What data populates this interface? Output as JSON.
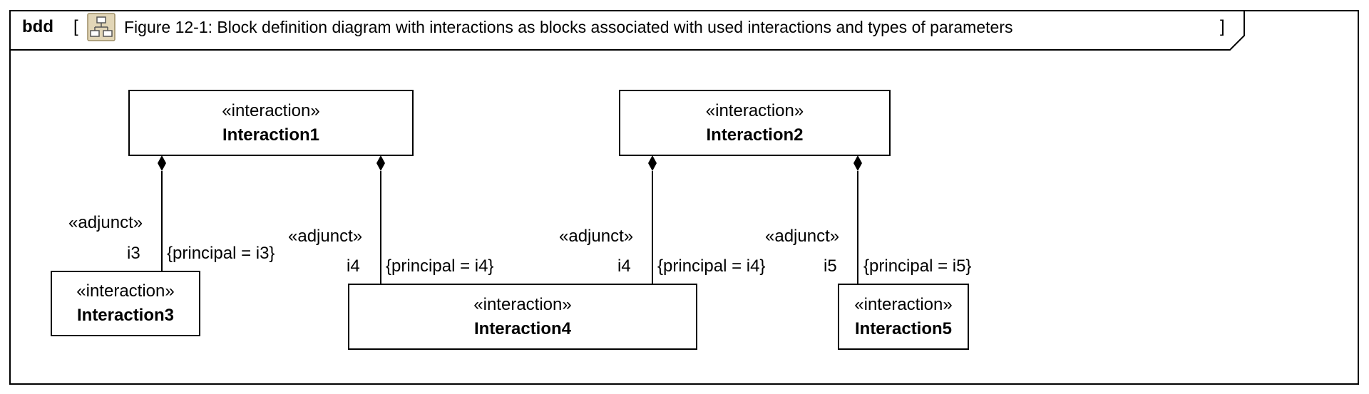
{
  "frame": {
    "kind": "bdd",
    "open_bracket": "[",
    "close_bracket": "]",
    "title": "Figure 12-1: Block definition diagram with interactions as blocks associated with used interactions and types of parameters",
    "icon": "block-diagram-icon"
  },
  "blocks": {
    "interaction1": {
      "stereotype": "«interaction»",
      "name": "Interaction1"
    },
    "interaction2": {
      "stereotype": "«interaction»",
      "name": "Interaction2"
    },
    "interaction3": {
      "stereotype": "«interaction»",
      "name": "Interaction3"
    },
    "interaction4": {
      "stereotype": "«interaction»",
      "name": "Interaction4"
    },
    "interaction5": {
      "stereotype": "«interaction»",
      "name": "Interaction5"
    }
  },
  "associations": [
    {
      "stereotype": "«adjunct»",
      "role": "i3",
      "constraint": "{principal = i3}"
    },
    {
      "stereotype": "«adjunct»",
      "role": "i4",
      "constraint": "{principal = i4}"
    },
    {
      "stereotype": "«adjunct»",
      "role": "i4",
      "constraint": "{principal = i4}"
    },
    {
      "stereotype": "«adjunct»",
      "role": "i5",
      "constraint": "{principal = i5}"
    }
  ]
}
